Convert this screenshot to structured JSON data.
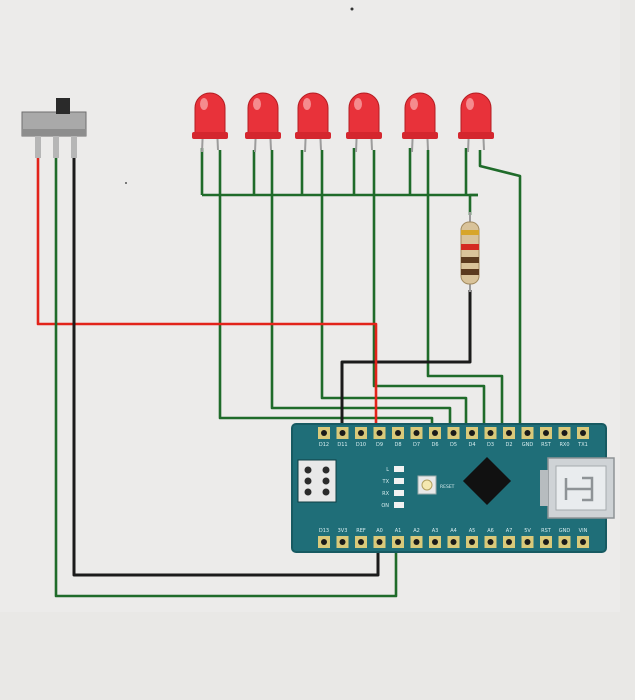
{
  "colors": {
    "background": "#e9e8e6",
    "paper": "#ecebea",
    "wire_green": "#1f6b2a",
    "wire_red": "#e2231a",
    "wire_black": "#1b1b1b",
    "board": "#1f6e78",
    "board_dark": "#175a62",
    "led": "#e8323a",
    "pad_gold": "#d9c97a",
    "silk": "#d8eef0"
  },
  "components": {
    "switch": {
      "name": "slide-switch-icon"
    },
    "leds": [
      {
        "name": "led-1-icon"
      },
      {
        "name": "led-2-icon"
      },
      {
        "name": "led-3-icon"
      },
      {
        "name": "led-4-icon"
      },
      {
        "name": "led-5-icon"
      },
      {
        "name": "led-6-icon"
      }
    ],
    "resistor": {
      "name": "resistor-icon"
    },
    "board": {
      "name": "arduino-nano-board"
    }
  },
  "board_labels": {
    "top_row": [
      "D12",
      "D11",
      "D10",
      "D9",
      "D8",
      "D7",
      "D6",
      "D5",
      "D4",
      "D3",
      "D2",
      "GND",
      "RST",
      "RX0",
      "TX1"
    ],
    "bottom_row": [
      "D13",
      "3V3",
      "REF",
      "A0",
      "A1",
      "A2",
      "A3",
      "A4",
      "A5",
      "A6",
      "A7",
      "5V",
      "RST",
      "GND",
      "VIN"
    ],
    "leds": [
      "L",
      "TX",
      "RX",
      "ON"
    ],
    "reset": "RESET"
  }
}
